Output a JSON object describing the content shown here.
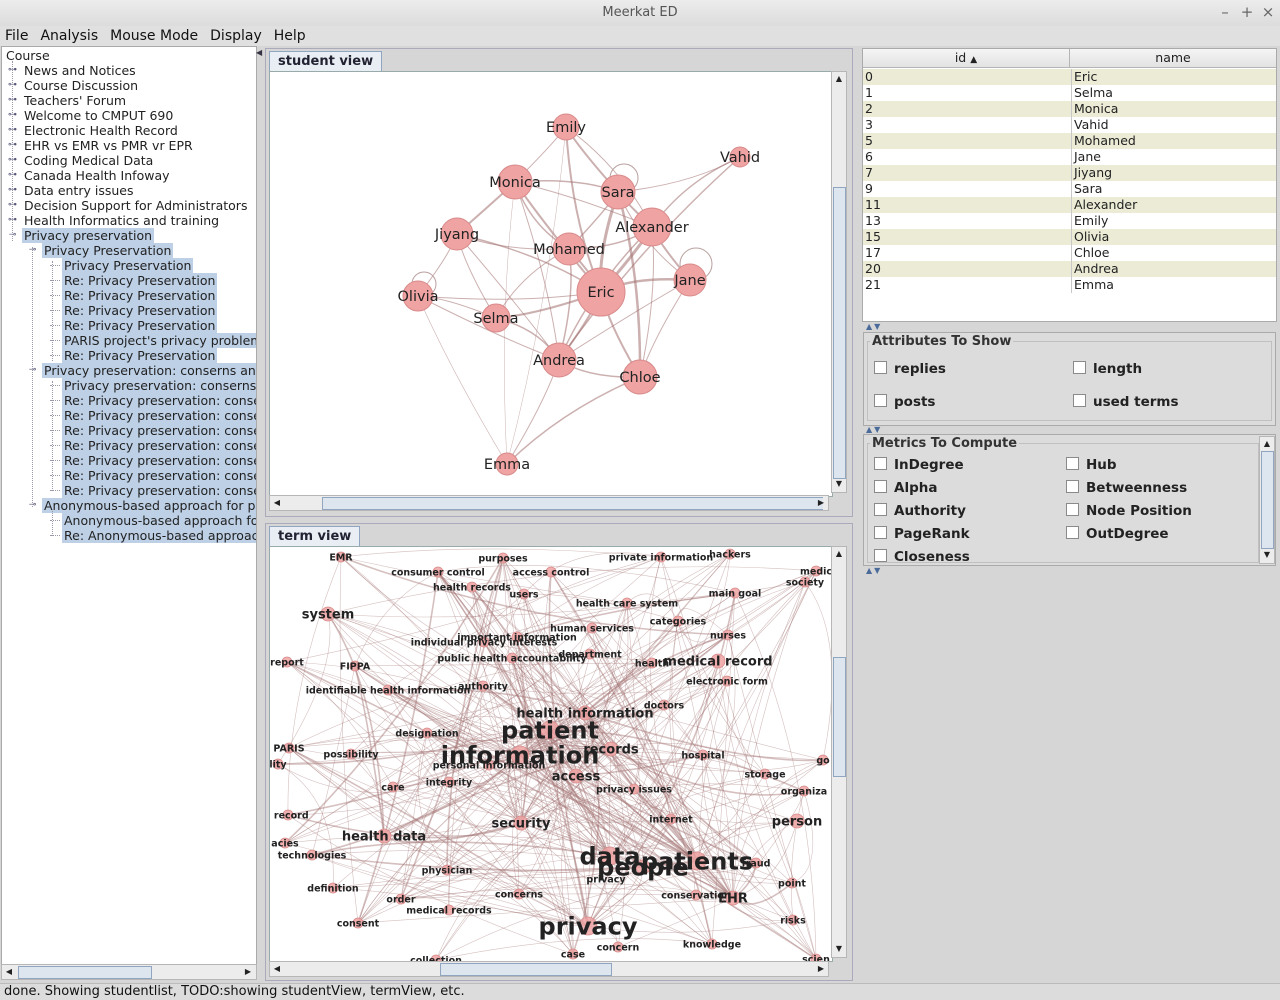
{
  "window": {
    "title": "Meerkat ED"
  },
  "menu": [
    "File",
    "Analysis",
    "Mouse Mode",
    "Display",
    "Help"
  ],
  "tree": {
    "root": "Course",
    "items": [
      {
        "label": "News and Notices",
        "level": 1,
        "selected": false
      },
      {
        "label": "Course Discussion",
        "level": 1,
        "selected": false
      },
      {
        "label": "Teachers' Forum",
        "level": 1,
        "selected": false
      },
      {
        "label": "Welcome to CMPUT 690",
        "level": 1,
        "selected": false
      },
      {
        "label": "Electronic Health Record",
        "level": 1,
        "selected": false
      },
      {
        "label": "EHR vs EMR vs PMR vr EPR",
        "level": 1,
        "selected": false
      },
      {
        "label": "Coding Medical Data",
        "level": 1,
        "selected": false
      },
      {
        "label": "Canada Health Infoway",
        "level": 1,
        "selected": false
      },
      {
        "label": "Data entry issues",
        "level": 1,
        "selected": false
      },
      {
        "label": "Decision Support for Administrators",
        "level": 1,
        "selected": false
      },
      {
        "label": "Health Informatics and training",
        "level": 1,
        "selected": false
      },
      {
        "label": "Privacy preservation",
        "level": 1,
        "selected": true,
        "expanded": true
      },
      {
        "label": "Privacy Preservation",
        "level": 2,
        "selected": true,
        "expanded": true
      },
      {
        "label": "Privacy Preservation",
        "level": 3,
        "selected": true
      },
      {
        "label": "Re: Privacy Preservation",
        "level": 3,
        "selected": true
      },
      {
        "label": "Re: Privacy Preservation",
        "level": 3,
        "selected": true
      },
      {
        "label": "Re: Privacy Preservation",
        "level": 3,
        "selected": true
      },
      {
        "label": "Re: Privacy Preservation",
        "level": 3,
        "selected": true
      },
      {
        "label": "PARIS project's privacy problem",
        "level": 3,
        "selected": true
      },
      {
        "label": "Re: Privacy Preservation",
        "level": 3,
        "selected": true
      },
      {
        "label": "Privacy preservation: conserns an",
        "level": 2,
        "selected": true,
        "expanded": true
      },
      {
        "label": "Privacy preservation: conserns",
        "level": 3,
        "selected": true
      },
      {
        "label": "Re: Privacy preservation: conse",
        "level": 3,
        "selected": true
      },
      {
        "label": "Re: Privacy preservation: conse",
        "level": 3,
        "selected": true
      },
      {
        "label": "Re: Privacy preservation: conse",
        "level": 3,
        "selected": true
      },
      {
        "label": "Re: Privacy preservation: conse",
        "level": 3,
        "selected": true
      },
      {
        "label": "Re: Privacy preservation: conse",
        "level": 3,
        "selected": true
      },
      {
        "label": "Re: Privacy preservation: conse",
        "level": 3,
        "selected": true
      },
      {
        "label": "Re: Privacy preservation: conse",
        "level": 3,
        "selected": true
      },
      {
        "label": "Anonymous-based approach for p",
        "level": 2,
        "selected": true,
        "expanded": true
      },
      {
        "label": "Anonymous-based approach fo",
        "level": 3,
        "selected": true
      },
      {
        "label": "Re: Anonymous-based approac",
        "level": 3,
        "selected": true
      }
    ]
  },
  "student_view": {
    "tab": "student view",
    "nodes": [
      "Emily",
      "Vahid",
      "Monica",
      "Sara",
      "Alexander",
      "Jiyang",
      "Mohamed",
      "Jane",
      "Eric",
      "Olivia",
      "Selma",
      "Andrea",
      "Chloe",
      "Emma"
    ]
  },
  "term_view": {
    "tab": "term view",
    "terms": {
      "large": [
        "patient",
        "information",
        "privacy",
        "data",
        "patients",
        "people"
      ],
      "medium": [
        "access",
        "health information",
        "security",
        "medical record",
        "EHR",
        "person",
        "health data",
        "system",
        "records"
      ],
      "small": [
        "EMR",
        "purposes",
        "private information",
        "hackers",
        "medic",
        "society",
        "consumer control",
        "access control",
        "health records",
        "users",
        "main goal",
        "health care system",
        "categories",
        "human services",
        "nurses",
        "important information",
        "individual privacy interests",
        "department",
        "public health accountability",
        "health",
        "report",
        "FIPPA",
        "electronic form",
        "identifiable health information",
        "authority",
        "doctors",
        "designation",
        "PARIS",
        "possibility",
        "hospital",
        "lity",
        "personal information",
        "go",
        "integrity",
        "storage",
        "care",
        "privacy issues",
        "organiza",
        "l record",
        "internet",
        "acies",
        "technologies",
        "physician",
        "fraud",
        "definition",
        "concerns",
        "point",
        "order",
        "consent",
        "medical records",
        "risks",
        "knowledge",
        "concern",
        "scien",
        "collection",
        "case",
        "privacy",
        "conservation"
      ]
    }
  },
  "table": {
    "columns": [
      "id",
      "name"
    ],
    "sort_indicator": "▲",
    "rows": [
      {
        "id": "0",
        "name": "Eric"
      },
      {
        "id": "1",
        "name": "Selma"
      },
      {
        "id": "2",
        "name": "Monica"
      },
      {
        "id": "3",
        "name": "Vahid"
      },
      {
        "id": "5",
        "name": "Mohamed"
      },
      {
        "id": "6",
        "name": "Jane"
      },
      {
        "id": "7",
        "name": "Jiyang"
      },
      {
        "id": "9",
        "name": "Sara"
      },
      {
        "id": "11",
        "name": "Alexander"
      },
      {
        "id": "13",
        "name": "Emily"
      },
      {
        "id": "15",
        "name": "Olivia"
      },
      {
        "id": "17",
        "name": "Chloe"
      },
      {
        "id": "20",
        "name": "Andrea"
      },
      {
        "id": "21",
        "name": "Emma"
      }
    ]
  },
  "attributes": {
    "title": "Attributes To Show",
    "items": [
      "replies",
      "length",
      "posts",
      "used terms"
    ]
  },
  "metrics": {
    "title": "Metrics To Compute",
    "items": [
      "InDegree",
      "Hub",
      "Alpha",
      "Betweenness",
      "Authority",
      "Node Position",
      "PageRank",
      "OutDegree",
      "Closeness"
    ]
  },
  "status": "done. Showing studentlist, TODO:showing studentView, termView, etc.",
  "colors": {
    "node_fill": "#efa3a3",
    "node_stroke": "#d98a8a",
    "edge": "#a27070",
    "selection": "#bdd0e6",
    "row_alt": "#ebebd6"
  }
}
